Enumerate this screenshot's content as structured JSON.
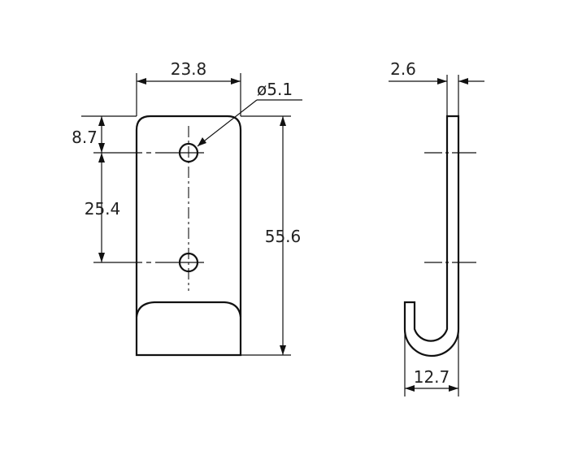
{
  "front_view": {
    "width_label": "23.8",
    "hole_label": "ø5.1",
    "top_offset_label": "8.7",
    "hole_spacing_label": "25.4",
    "height_label": "55.6"
  },
  "side_view": {
    "thickness_label": "2.6",
    "hook_width_label": "12.7"
  }
}
